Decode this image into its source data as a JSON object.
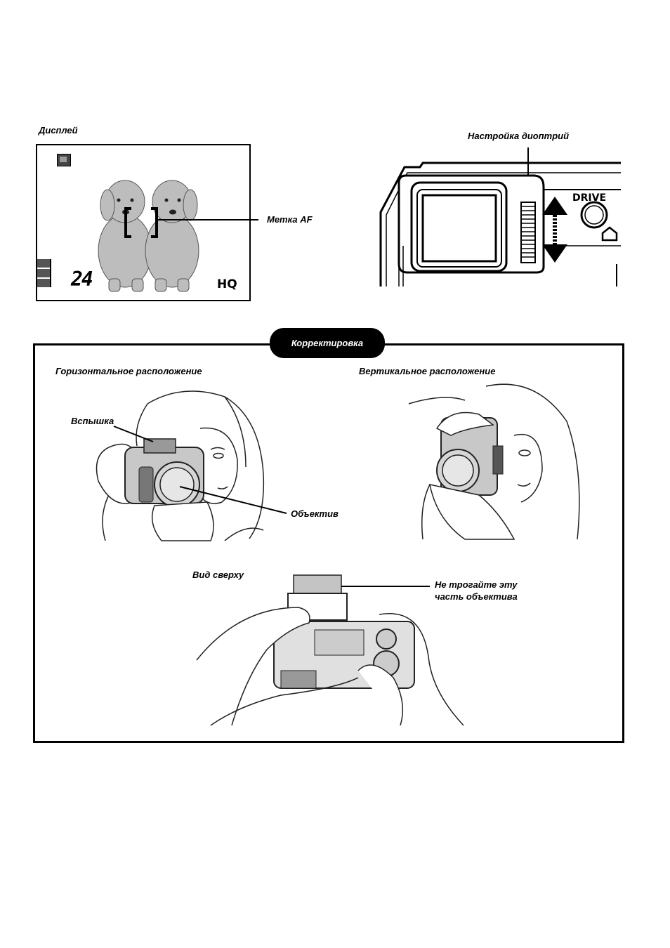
{
  "display_section": {
    "title": "Дисплей",
    "frame_count": "24",
    "quality": "HQ",
    "af_mark_label": "Метка AF"
  },
  "viewfinder_section": {
    "diopter_label": "Настройка диоптрий",
    "drive_label": "DRIVE"
  },
  "correction_section": {
    "badge": "Корректировка",
    "horizontal_label": "Горизонтальное расположение",
    "vertical_label": "Вертикальное расположение",
    "flash_label": "Вспышка",
    "lens_label": "Объектив",
    "top_view_label": "Вид сверху",
    "lens_warning_line1": "Не трогайте эту",
    "lens_warning_line2": "часть объектива"
  },
  "colors": {
    "ink": "#000000",
    "paper": "#ffffff",
    "illustration_gray": "#b8b8b8"
  },
  "icons": [
    "record-mode-icon",
    "battery-icon",
    "drive-button-icon",
    "up-down-arrow-icon",
    "eye-dial-icon"
  ]
}
